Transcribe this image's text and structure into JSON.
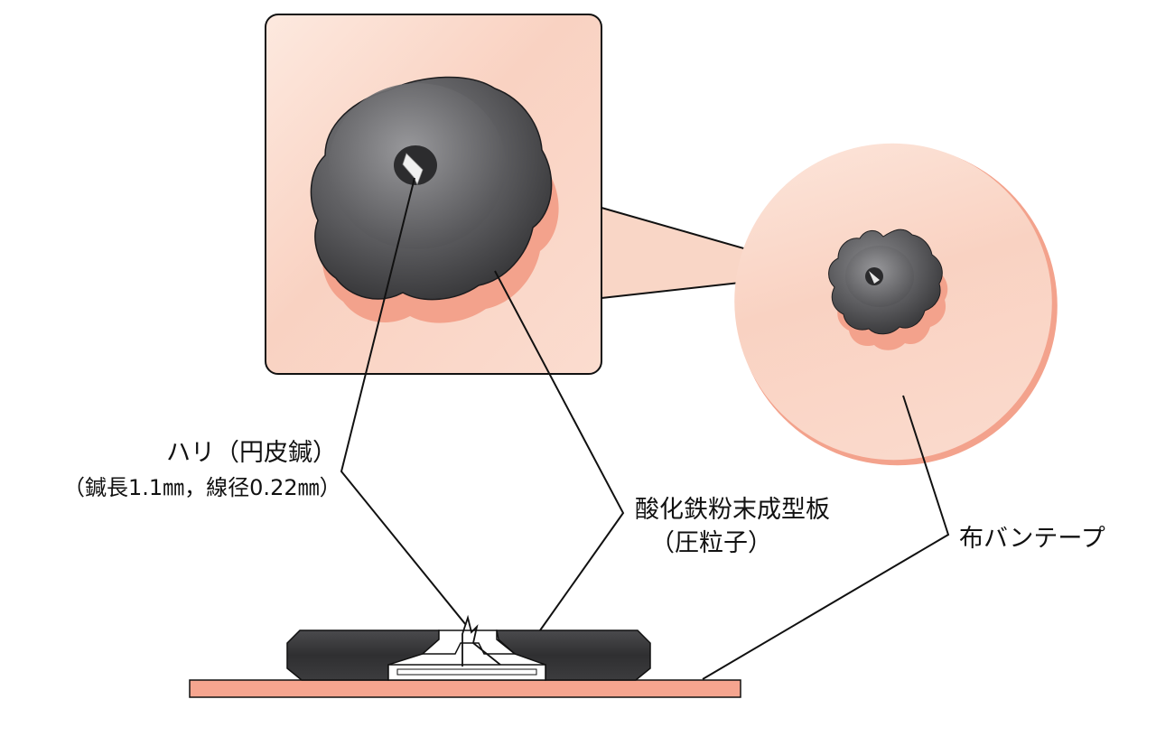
{
  "labels": {
    "needle_name": "ハリ（円皮鍼）",
    "needle_spec": "（鍼長1.1㎜，線径0.22㎜）",
    "plate_name": "酸化鉄粉末成型板",
    "plate_sub": "（圧粒子）",
    "tape_name": "布バンテープ"
  },
  "colors": {
    "tape_light": "#fde7dc",
    "tape_mid": "#f8c8b3",
    "tape_edge": "#f3a28c",
    "plate_dark": "#3a3a3c",
    "plate_mid": "#5f5f62",
    "plate_light": "#8a8a8d",
    "outline": "#111111"
  },
  "icons": {
    "zoom_view": "magnified-plate-view",
    "disc": "round-tape-disc",
    "side_view": "cross-section-side-view"
  }
}
